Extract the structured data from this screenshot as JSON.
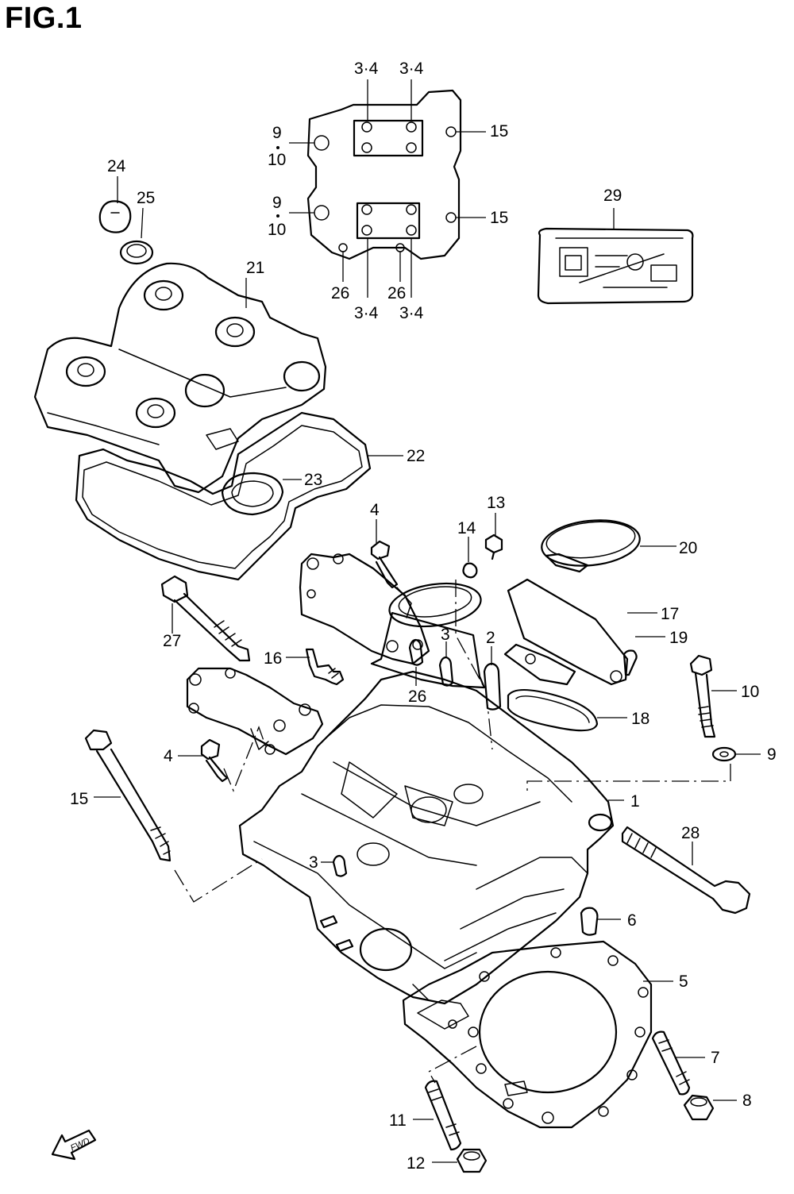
{
  "figure": {
    "title": "FIG.1"
  },
  "callouts": {
    "c_1": "1",
    "c_2": "2",
    "c_3a": "3",
    "c_3b": "3",
    "c_4a": "4",
    "c_4b": "4",
    "c_5": "5",
    "c_6": "6",
    "c_7": "7",
    "c_8": "8",
    "c_9a": "9",
    "c_10a": "10",
    "c_9b": "9",
    "c_10b": "10",
    "c_9c": "9",
    "c_10c": "10",
    "c_11": "11",
    "c_12": "12",
    "c_13": "13",
    "c_14": "14",
    "c_15a": "15",
    "c_15b": "15",
    "c_15c": "15",
    "c_16": "16",
    "c_17": "17",
    "c_18": "18",
    "c_19": "19",
    "c_20": "20",
    "c_21": "21",
    "c_22": "22",
    "c_23": "23",
    "c_24": "24",
    "c_25": "25",
    "c_26a": "26",
    "c_26b": "26",
    "c_26c": "26",
    "c_27": "27",
    "c_28": "28",
    "c_29": "29",
    "c_34a": "3·4",
    "c_34b": "3·4",
    "c_34c": "3·4",
    "c_34d": "3·4"
  },
  "fwd_arrow_label": "FWD",
  "icons": {
    "fwd": "forward-direction-arrow-icon"
  }
}
